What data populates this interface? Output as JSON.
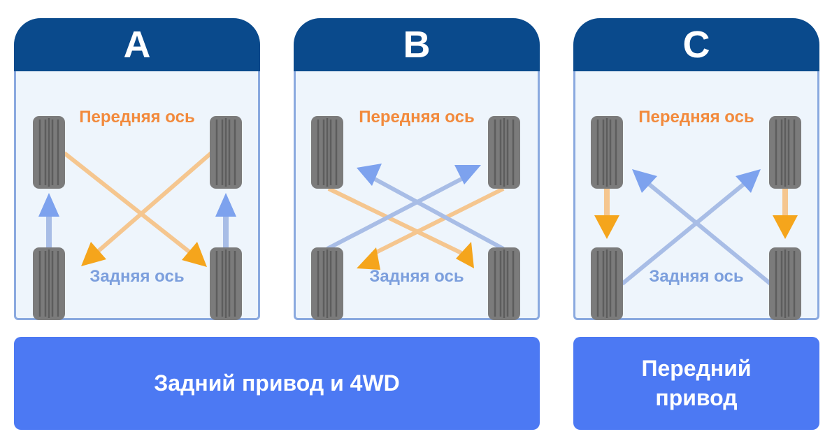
{
  "panels": [
    {
      "letter": "A",
      "front_axle": "Передняя ось",
      "rear_axle": "Задняя ось"
    },
    {
      "letter": "B",
      "front_axle": "Передняя ось",
      "rear_axle": "Задняя ось"
    },
    {
      "letter": "C",
      "front_axle": "Передняя ось",
      "rear_axle": "Задняя ось"
    }
  ],
  "drive_types": {
    "rwd_4wd": "Задний привод и 4WD",
    "fwd": "Передний привод"
  },
  "colors": {
    "header": "#0a4a8c",
    "frame_border": "#8aa9df",
    "frame_fill": "#eef5fc",
    "tire": "#7b7b7b",
    "orange_arrow": "#f5c68f",
    "orange_head": "#f5a51c",
    "blue_arrow": "#a8bde6",
    "blue_head": "#7da2ee",
    "front_label": "#f28a3c",
    "rear_label": "#7c9fdd",
    "footer": "#4c79f3"
  }
}
